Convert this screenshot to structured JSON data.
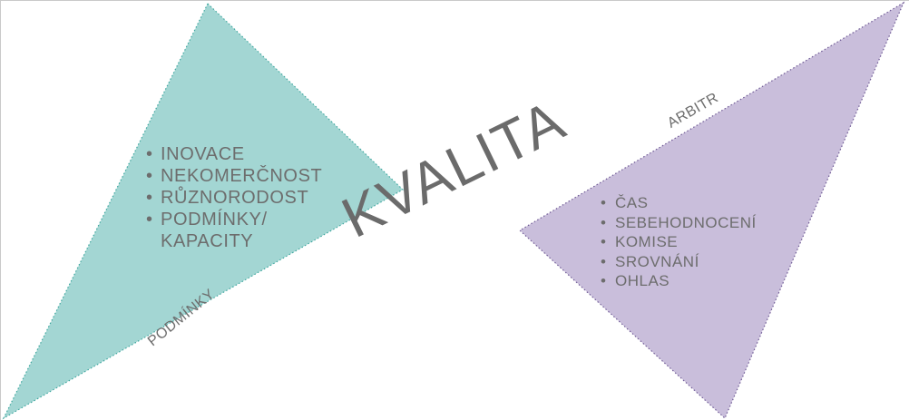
{
  "diagram": {
    "center_label": "KVALITA",
    "left_triangle": {
      "edge_label": "PODMÍNKY",
      "fill_color": "#a3d6d3",
      "items": [
        "INOVACE",
        "NEKOMERČNOST",
        "RŮZNORODOST",
        "PODMÍNKY/",
        "KAPACITY"
      ]
    },
    "right_triangle": {
      "edge_label": "ARBITR",
      "fill_color": "#c9bedb",
      "items": [
        "ČAS",
        "SEBEHODNOCENÍ",
        "KOMISE",
        "SROVNÁNÍ",
        "OHLAS"
      ]
    }
  }
}
